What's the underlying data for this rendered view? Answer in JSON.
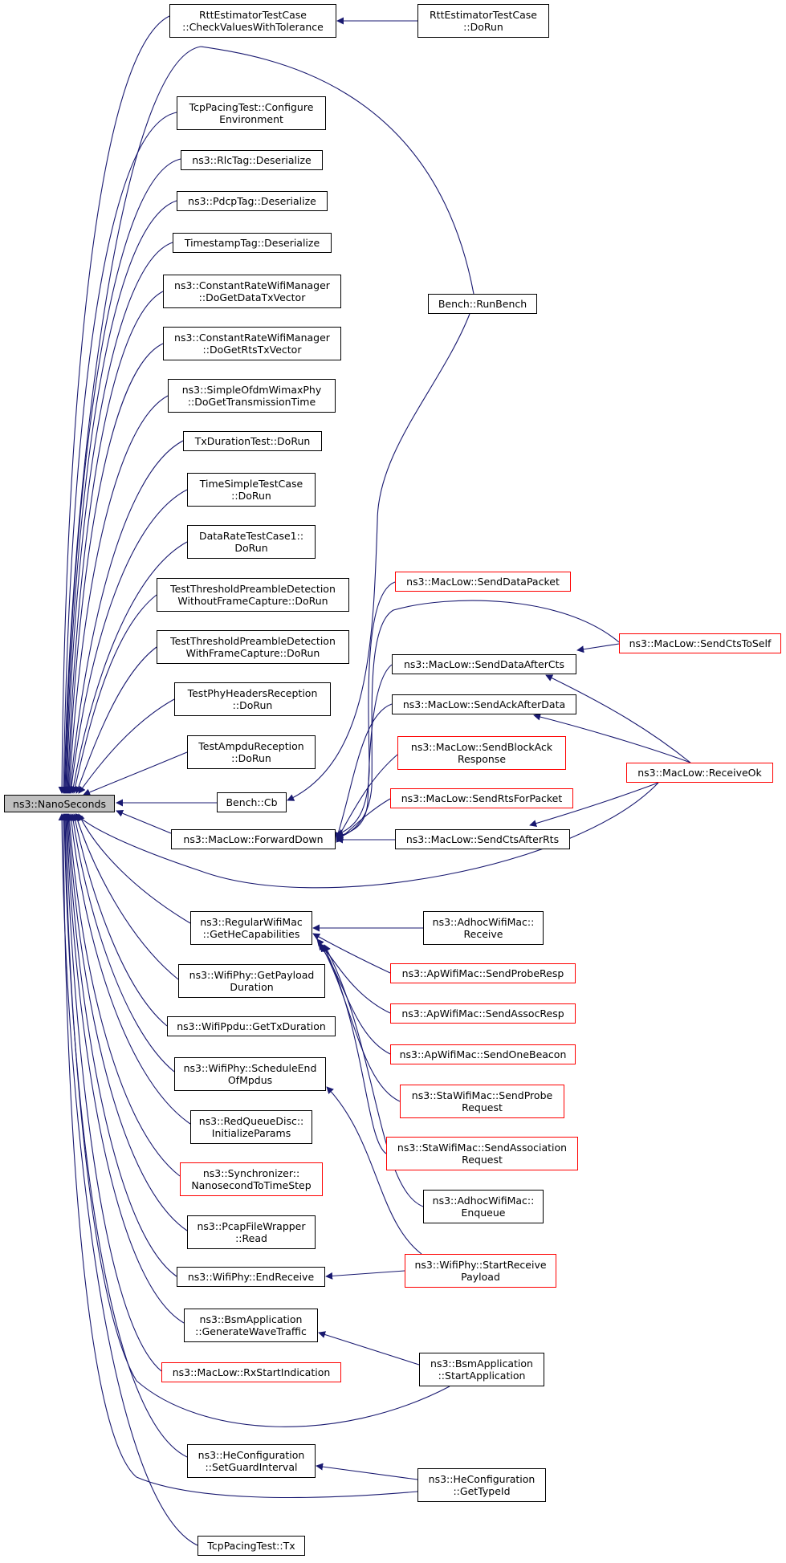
{
  "colors": {
    "edge": "#191970",
    "border": "#000000",
    "highlight_border": "#ff0000",
    "root_fill": "#bfbfbf"
  },
  "nodes": [
    {
      "id": "nanoseconds",
      "lines": [
        "ns3::NanoSeconds"
      ],
      "style": "root"
    },
    {
      "id": "rtt-check",
      "lines": [
        "RttEstimatorTestCase",
        "::CheckValuesWithTolerance"
      ],
      "style": "normal"
    },
    {
      "id": "rtt-dorun",
      "lines": [
        "RttEstimatorTestCase",
        "::DoRun"
      ],
      "style": "normal"
    },
    {
      "id": "tcp-configure",
      "lines": [
        "TcpPacingTest::Configure",
        "Environment"
      ],
      "style": "normal"
    },
    {
      "id": "rlctag",
      "lines": [
        "ns3::RlcTag::Deserialize"
      ],
      "style": "normal"
    },
    {
      "id": "pdcptag",
      "lines": [
        "ns3::PdcpTag::Deserialize"
      ],
      "style": "normal"
    },
    {
      "id": "timestamptag",
      "lines": [
        "TimestampTag::Deserialize"
      ],
      "style": "normal"
    },
    {
      "id": "crwm-data",
      "lines": [
        "ns3::ConstantRateWifiManager",
        "::DoGetDataTxVector"
      ],
      "style": "normal"
    },
    {
      "id": "crwm-rts",
      "lines": [
        "ns3::ConstantRateWifiManager",
        "::DoGetRtsTxVector"
      ],
      "style": "normal"
    },
    {
      "id": "simple-ofdm",
      "lines": [
        "ns3::SimpleOfdmWimaxPhy",
        "::DoGetTransmissionTime"
      ],
      "style": "normal"
    },
    {
      "id": "txduration",
      "lines": [
        "TxDurationTest::DoRun"
      ],
      "style": "normal"
    },
    {
      "id": "timesimple",
      "lines": [
        "TimeSimpleTestCase",
        "::DoRun"
      ],
      "style": "normal"
    },
    {
      "id": "datarate",
      "lines": [
        "DataRateTestCase1::",
        "DoRun"
      ],
      "style": "normal"
    },
    {
      "id": "ttpd-without",
      "lines": [
        "TestThresholdPreambleDetection",
        "WithoutFrameCapture::DoRun"
      ],
      "style": "normal"
    },
    {
      "id": "ttpd-with",
      "lines": [
        "TestThresholdPreambleDetection",
        "WithFrameCapture::DoRun"
      ],
      "style": "normal"
    },
    {
      "id": "phyheaders",
      "lines": [
        "TestPhyHeadersReception",
        "::DoRun"
      ],
      "style": "normal"
    },
    {
      "id": "ampdu",
      "lines": [
        "TestAmpduReception",
        "::DoRun"
      ],
      "style": "normal"
    },
    {
      "id": "bench-cb",
      "lines": [
        "Bench::Cb"
      ],
      "style": "normal"
    },
    {
      "id": "forwarddown",
      "lines": [
        "ns3::MacLow::ForwardDown"
      ],
      "style": "normal"
    },
    {
      "id": "runbench",
      "lines": [
        "Bench::RunBench"
      ],
      "style": "normal"
    },
    {
      "id": "senddatapacket",
      "lines": [
        "ns3::MacLow::SendDataPacket"
      ],
      "style": "red"
    },
    {
      "id": "senddataaftercts",
      "lines": [
        "ns3::MacLow::SendDataAfterCts"
      ],
      "style": "normal"
    },
    {
      "id": "sendackafterdata",
      "lines": [
        "ns3::MacLow::SendAckAfterData"
      ],
      "style": "normal"
    },
    {
      "id": "sendblockack",
      "lines": [
        "ns3::MacLow::SendBlockAck",
        "Response"
      ],
      "style": "red"
    },
    {
      "id": "sendrtsforpacket",
      "lines": [
        "ns3::MacLow::SendRtsForPacket"
      ],
      "style": "red"
    },
    {
      "id": "sendctsafterrts",
      "lines": [
        "ns3::MacLow::SendCtsAfterRts"
      ],
      "style": "normal"
    },
    {
      "id": "sendctstoself",
      "lines": [
        "ns3::MacLow::SendCtsToSelf"
      ],
      "style": "red"
    },
    {
      "id": "receiveok",
      "lines": [
        "ns3::MacLow::ReceiveOk"
      ],
      "style": "red"
    },
    {
      "id": "getheca",
      "lines": [
        "ns3::RegularWifiMac",
        "::GetHeCapabilities"
      ],
      "style": "normal"
    },
    {
      "id": "getpayload",
      "lines": [
        "ns3::WifiPhy::GetPayload",
        "Duration"
      ],
      "style": "normal"
    },
    {
      "id": "gettxduration",
      "lines": [
        "ns3::WifiPpdu::GetTxDuration"
      ],
      "style": "normal"
    },
    {
      "id": "scheduleend",
      "lines": [
        "ns3::WifiPhy::ScheduleEnd",
        "OfMpdus"
      ],
      "style": "normal"
    },
    {
      "id": "redqueue",
      "lines": [
        "ns3::RedQueueDisc::",
        "InitializeParams"
      ],
      "style": "normal"
    },
    {
      "id": "synchronizer",
      "lines": [
        "ns3::Synchronizer::",
        "NanosecondToTimeStep"
      ],
      "style": "red"
    },
    {
      "id": "pcapread",
      "lines": [
        "ns3::PcapFileWrapper",
        "::Read"
      ],
      "style": "normal"
    },
    {
      "id": "endreceive",
      "lines": [
        "ns3::WifiPhy::EndReceive"
      ],
      "style": "normal"
    },
    {
      "id": "bsm-generate",
      "lines": [
        "ns3::BsmApplication",
        "::GenerateWaveTraffic"
      ],
      "style": "normal"
    },
    {
      "id": "rxstart",
      "lines": [
        "ns3::MacLow::RxStartIndication"
      ],
      "style": "red"
    },
    {
      "id": "he-setguard",
      "lines": [
        "ns3::HeConfiguration",
        "::SetGuardInterval"
      ],
      "style": "normal"
    },
    {
      "id": "tcp-tx",
      "lines": [
        "TcpPacingTest::Tx"
      ],
      "style": "normal"
    },
    {
      "id": "adhoc-receive",
      "lines": [
        "ns3::AdhocWifiMac::",
        "Receive"
      ],
      "style": "normal"
    },
    {
      "id": "ap-proberesp",
      "lines": [
        "ns3::ApWifiMac::SendProbeResp"
      ],
      "style": "red"
    },
    {
      "id": "ap-assocresp",
      "lines": [
        "ns3::ApWifiMac::SendAssocResp"
      ],
      "style": "red"
    },
    {
      "id": "ap-onebeacon",
      "lines": [
        "ns3::ApWifiMac::SendOneBeacon"
      ],
      "style": "red"
    },
    {
      "id": "sta-probe",
      "lines": [
        "ns3::StaWifiMac::SendProbe",
        "Request"
      ],
      "style": "red"
    },
    {
      "id": "sta-assoc",
      "lines": [
        "ns3::StaWifiMac::SendAssociation",
        "Request"
      ],
      "style": "red"
    },
    {
      "id": "adhoc-enqueue",
      "lines": [
        "ns3::AdhocWifiMac::",
        "Enqueue"
      ],
      "style": "normal"
    },
    {
      "id": "startreceive",
      "lines": [
        "ns3::WifiPhy::StartReceive",
        "Payload"
      ],
      "style": "red"
    },
    {
      "id": "bsm-start",
      "lines": [
        "ns3::BsmApplication",
        "::StartApplication"
      ],
      "style": "normal"
    },
    {
      "id": "he-gettypeid",
      "lines": [
        "ns3::HeConfiguration",
        "::GetTypeId"
      ],
      "style": "normal"
    }
  ],
  "edges": [
    {
      "from": "rtt-check",
      "to": "nanoseconds"
    },
    {
      "from": "runbench",
      "to": "nanoseconds"
    },
    {
      "from": "tcp-configure",
      "to": "nanoseconds"
    },
    {
      "from": "rlctag",
      "to": "nanoseconds"
    },
    {
      "from": "pdcptag",
      "to": "nanoseconds"
    },
    {
      "from": "timestamptag",
      "to": "nanoseconds"
    },
    {
      "from": "crwm-data",
      "to": "nanoseconds"
    },
    {
      "from": "crwm-rts",
      "to": "nanoseconds"
    },
    {
      "from": "simple-ofdm",
      "to": "nanoseconds"
    },
    {
      "from": "txduration",
      "to": "nanoseconds"
    },
    {
      "from": "timesimple",
      "to": "nanoseconds"
    },
    {
      "from": "datarate",
      "to": "nanoseconds"
    },
    {
      "from": "ttpd-without",
      "to": "nanoseconds"
    },
    {
      "from": "ttpd-with",
      "to": "nanoseconds"
    },
    {
      "from": "phyheaders",
      "to": "nanoseconds"
    },
    {
      "from": "ampdu",
      "to": "nanoseconds"
    },
    {
      "from": "bench-cb",
      "to": "nanoseconds"
    },
    {
      "from": "forwarddown",
      "to": "nanoseconds"
    },
    {
      "from": "receiveok",
      "to": "nanoseconds"
    },
    {
      "from": "getheca",
      "to": "nanoseconds"
    },
    {
      "from": "getpayload",
      "to": "nanoseconds"
    },
    {
      "from": "gettxduration",
      "to": "nanoseconds"
    },
    {
      "from": "scheduleend",
      "to": "nanoseconds"
    },
    {
      "from": "redqueue",
      "to": "nanoseconds"
    },
    {
      "from": "synchronizer",
      "to": "nanoseconds"
    },
    {
      "from": "pcapread",
      "to": "nanoseconds"
    },
    {
      "from": "endreceive",
      "to": "nanoseconds"
    },
    {
      "from": "bsm-generate",
      "to": "nanoseconds"
    },
    {
      "from": "rxstart",
      "to": "nanoseconds"
    },
    {
      "from": "bsm-start",
      "to": "nanoseconds"
    },
    {
      "from": "he-setguard",
      "to": "nanoseconds"
    },
    {
      "from": "he-gettypeid",
      "to": "nanoseconds"
    },
    {
      "from": "tcp-tx",
      "to": "nanoseconds"
    },
    {
      "from": "rtt-dorun",
      "to": "rtt-check"
    },
    {
      "from": "runbench",
      "to": "bench-cb"
    },
    {
      "from": "senddatapacket",
      "to": "forwarddown"
    },
    {
      "from": "senddataaftercts",
      "to": "forwarddown"
    },
    {
      "from": "sendackafterdata",
      "to": "forwarddown"
    },
    {
      "from": "sendblockack",
      "to": "forwarddown"
    },
    {
      "from": "sendrtsforpacket",
      "to": "forwarddown"
    },
    {
      "from": "sendctsafterrts",
      "to": "forwarddown"
    },
    {
      "from": "sendctstoself",
      "to": "forwarddown"
    },
    {
      "from": "sendctstoself",
      "to": "senddataaftercts"
    },
    {
      "from": "receiveok",
      "to": "senddataaftercts"
    },
    {
      "from": "receiveok",
      "to": "sendackafterdata"
    },
    {
      "from": "receiveok",
      "to": "sendctsafterrts"
    },
    {
      "from": "adhoc-receive",
      "to": "getheca"
    },
    {
      "from": "ap-proberesp",
      "to": "getheca"
    },
    {
      "from": "ap-assocresp",
      "to": "getheca"
    },
    {
      "from": "ap-onebeacon",
      "to": "getheca"
    },
    {
      "from": "sta-probe",
      "to": "getheca"
    },
    {
      "from": "sta-assoc",
      "to": "getheca"
    },
    {
      "from": "adhoc-enqueue",
      "to": "getheca"
    },
    {
      "from": "startreceive",
      "to": "scheduleend"
    },
    {
      "from": "startreceive",
      "to": "endreceive"
    },
    {
      "from": "bsm-start",
      "to": "bsm-generate"
    },
    {
      "from": "he-gettypeid",
      "to": "he-setguard"
    }
  ]
}
